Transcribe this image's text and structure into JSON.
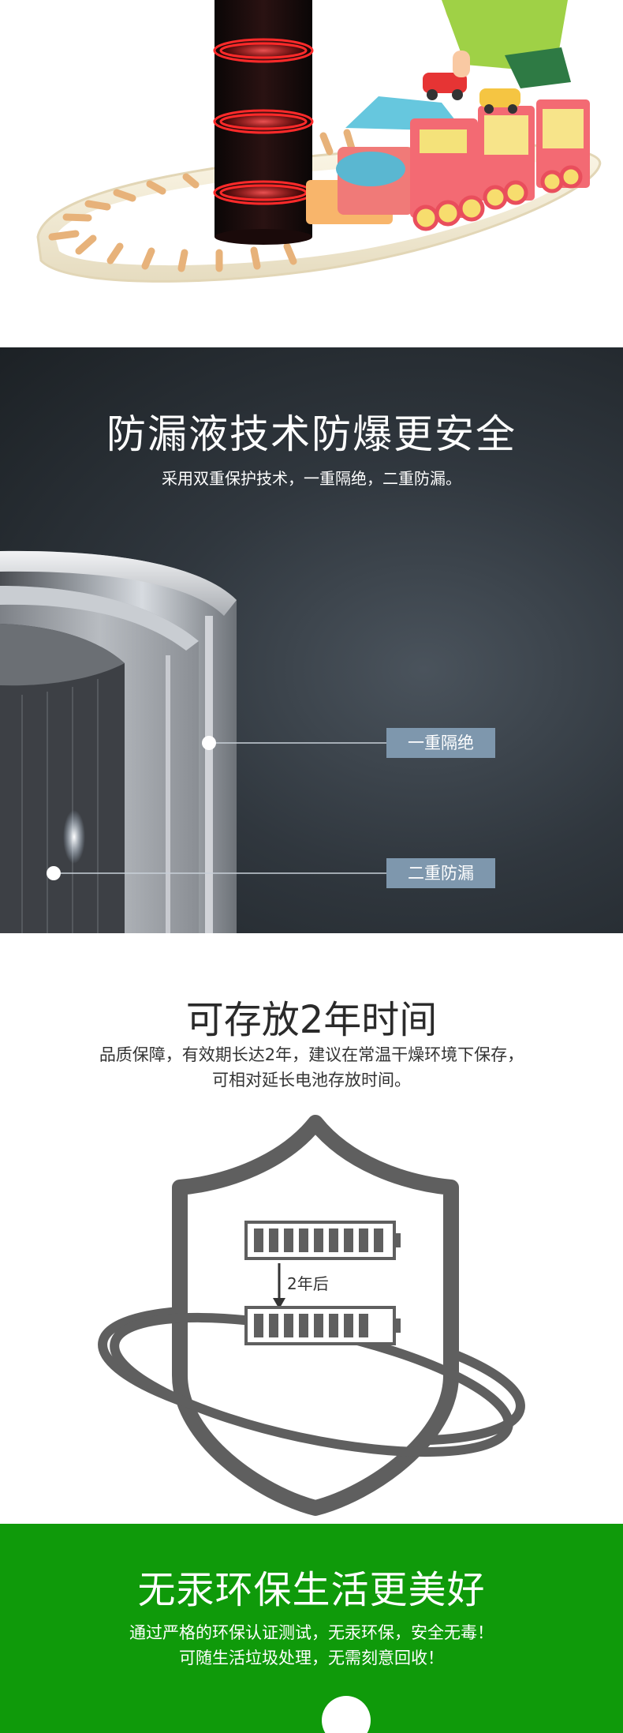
{
  "leak_section": {
    "title": "防漏液技术防爆更安全",
    "subtitle": "采用双重保护技术，一重隔绝，二重防漏。",
    "callout_1": "一重隔绝",
    "callout_2": "二重防漏"
  },
  "storage_section": {
    "title": "可存放2年时间",
    "subtitle_line1": "品质保障，有效期长达2年，建议在常温干燥环境下保存，",
    "subtitle_line2": "可相对延长电池存放时间。",
    "after_label": "2年后"
  },
  "eco_section": {
    "title": "无汞环保生活更美好",
    "subtitle_line1": "通过严格的环保认证测试，无汞环保，安全无毒！",
    "subtitle_line2": "可随生活垃圾处理，无需刻意回收！"
  },
  "colors": {
    "dark_bg": "#2b3137",
    "callout_bg": "#7e97ad",
    "icon_gray": "#5f5f5f",
    "eco_green": "#0f9a0a",
    "glow_red": "#ff2a2a"
  }
}
